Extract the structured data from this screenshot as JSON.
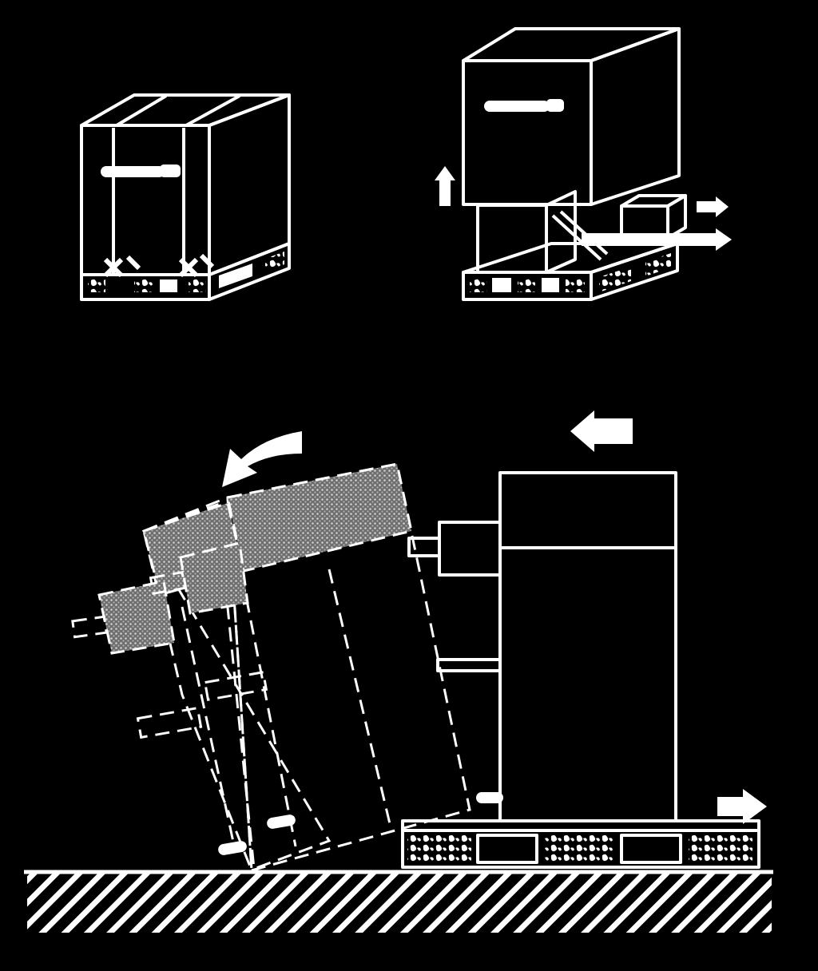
{
  "figure": {
    "panels": [
      {
        "id": "packaged-cabinet",
        "depicts": "cabinet-on-pallet-with-packaging"
      },
      {
        "id": "lift-cabinet",
        "depicts": "cabinet-lifted-from-pallet-supports-removed"
      },
      {
        "id": "tip-off-pallet",
        "depicts": "cabinet-tilted-off-pallet-onto-floor"
      }
    ],
    "icons": [
      "up-arrow-icon",
      "right-arrow-icon",
      "left-arrow-icon",
      "curved-arrow-icon"
    ],
    "colors": {
      "background": "#000000",
      "line": "#ffffff",
      "fill": "#8a8a8a"
    }
  }
}
